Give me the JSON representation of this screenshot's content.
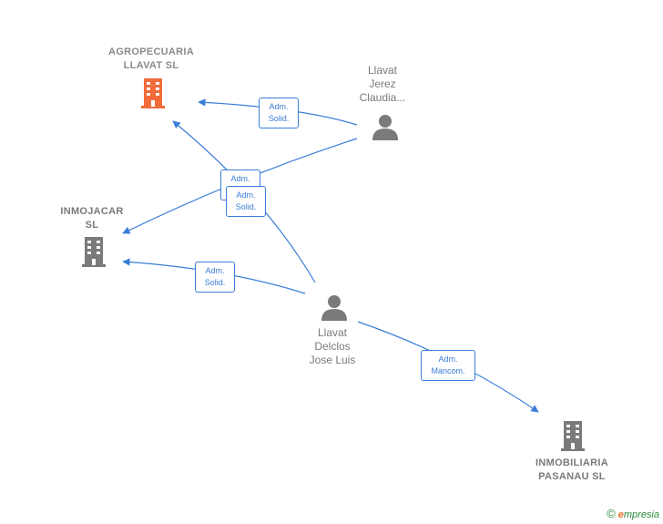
{
  "nodes": {
    "agropecuaria": {
      "line1": "AGROPECUARIA",
      "line2": "LLAVAT  SL",
      "color": "#f26b3a",
      "icon": "building-icon"
    },
    "inmojacar": {
      "line1": "INMOJACAR",
      "line2": "SL",
      "color": "#7a7a7a",
      "icon": "building-icon"
    },
    "inmobiliaria": {
      "line1": "INMOBILIARIA",
      "line2": "PASANAU SL",
      "color": "#7a7a7a",
      "icon": "building-icon"
    },
    "claudia": {
      "line1": "Llavat",
      "line2": "Jerez",
      "line3": "Claudia...",
      "color": "#7a7a7a",
      "icon": "person-icon"
    },
    "joseluis": {
      "line1": "Llavat",
      "line2": "Delclos",
      "line3": "Jose Luis",
      "color": "#7a7a7a",
      "icon": "person-icon"
    }
  },
  "edges": [
    {
      "line1": "Adm.",
      "line2": "Solid."
    },
    {
      "line1": "Adm.",
      "line2": ""
    },
    {
      "line1": "Adm.",
      "line2": "Solid."
    },
    {
      "line1": "Adm.",
      "line2": "Solid."
    },
    {
      "line1": "Adm.",
      "line2": "Mancom."
    }
  ],
  "footer": {
    "copyright": "©",
    "brand_initial": "e",
    "brand_rest": "mpresia"
  },
  "colors": {
    "edge": "#3b7dd8",
    "accent": "#f26b3a"
  }
}
